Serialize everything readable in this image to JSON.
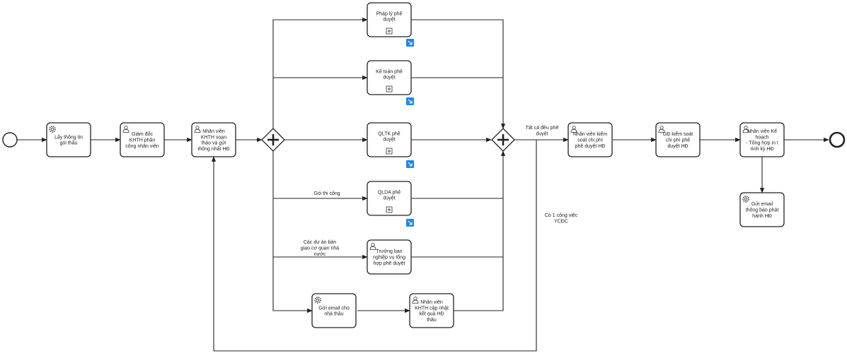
{
  "tasks": {
    "lay_thong_tin": [
      "Lấy thông tin",
      "gói thầu"
    ],
    "giam_doc": [
      "Giám đốc",
      "KHTH phân",
      "công nhân viên"
    ],
    "nv_khth_soan": [
      "Nhân viên",
      "KHTH soạn",
      "thảo và gửi",
      "thống nhất HĐ"
    ],
    "phap_ly": [
      "Pháp lý phê",
      "duyệt"
    ],
    "ke_toan": [
      "Kế toán phê",
      "duyệt"
    ],
    "qltk": [
      "QLTK phê",
      "duyệt"
    ],
    "qlda": [
      "QLDA phê",
      "duyệt"
    ],
    "truong_ban": [
      "Trưởng ban",
      "nghiệp vụ tổng",
      "hợp phê duyệt"
    ],
    "gui_email_nha_thau": [
      "Gửi email cho",
      "nhà thầu"
    ],
    "nv_khth_cap_nhat": [
      "Nhân viên",
      "KHTH cập nhật",
      "kết quả HĐ",
      "thầu"
    ],
    "nv_kiem_soat": [
      "Nhân viên kiểm",
      "soát chi phí",
      "phê duyệt HĐ"
    ],
    "gd_kiem_soat": [
      "GĐ kiểm soát",
      "chi phí phê",
      "duyệt HĐ"
    ],
    "nv_ke_hoach": [
      "Nhân viên Kế",
      "hoạch",
      "- Tổng hợp in t",
      "rình ký HĐ"
    ],
    "gui_email_thong_bao": [
      "Gửi email",
      "thông báo phát",
      "hành HĐ"
    ]
  },
  "labels": {
    "tat_ca": [
      "Tất cả đều phê",
      "duyệt"
    ],
    "goi_thi_cong": [
      "Gói thi công"
    ],
    "cac_du_an": [
      "Các dự án bàn",
      "giao cơ quan nhà",
      "nước"
    ],
    "co_1": [
      "Có 1 công việc",
      "YCĐC"
    ]
  },
  "colors": {
    "stroke": "#222222",
    "link_badge": "#1e88e5"
  },
  "icons": {
    "service": "gear-icon",
    "user": "user-icon",
    "subprocess": "plus-box-icon",
    "link": "link-arrow-icon",
    "gateway": "parallel-gateway-icon"
  }
}
